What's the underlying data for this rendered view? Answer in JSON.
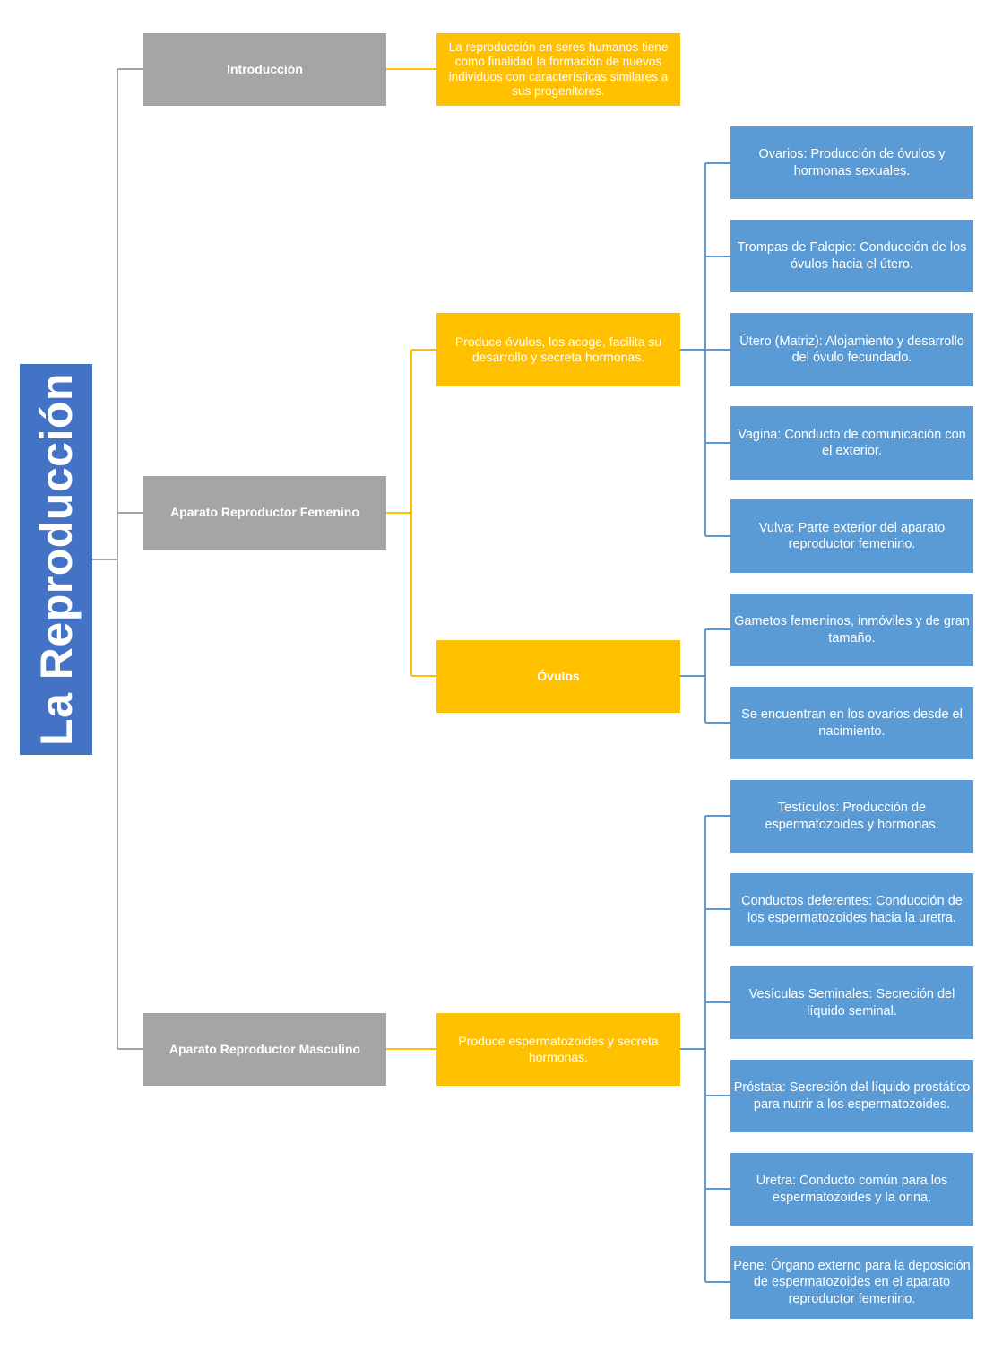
{
  "title": "La Reproducción",
  "sections": {
    "introduccion": {
      "label": "Introducción",
      "description": "La reproducción en seres humanos tiene como finalidad la formación de nuevos individuos con características similares a sus progenitores."
    },
    "femenino": {
      "label": "Aparato Reproductor Femenino",
      "function": "Produce óvulos, los acoge, facilita su desarrollo y secreta hormonas.",
      "organs": [
        "Ovarios: Producción de óvulos y hormonas sexuales.",
        "Trompas de Falopio: Conducción de los óvulos hacia el útero.",
        "Útero (Matriz): Alojamiento y desarrollo del óvulo fecundado.",
        "Vagina: Conducto de comunicación con el exterior.",
        "Vulva: Parte exterior del aparato reproductor femenino."
      ],
      "ovulos_label": "Óvulos",
      "ovulos_facts": [
        "Gametos femeninos, inmóviles y de gran tamaño.",
        "Se encuentran en los ovarios desde el nacimiento."
      ]
    },
    "masculino": {
      "label": "Aparato Reproductor Masculino",
      "function": "Produce espermatozoides y secreta hormonas.",
      "organs": [
        "Testículos: Producción de espermatozoides y hormonas.",
        "Conductos deferentes: Conducción de los espermatozoides hacia la uretra.",
        "Vesículas Seminales: Secreción del líquido seminal.",
        "Próstata: Secreción del líquido prostático para nutrir a los espermatozoides.",
        "Uretra: Conducto común para los espermatozoides y la orina.",
        "Pene: Órgano externo para la deposición de espermatozoides en el aparato reproductor femenino."
      ]
    }
  },
  "colors": {
    "title": "#4472c4",
    "level1": "#a5a5a5",
    "level2": "#ffc000",
    "level3": "#5b9bd5",
    "text": "#ffffff"
  }
}
